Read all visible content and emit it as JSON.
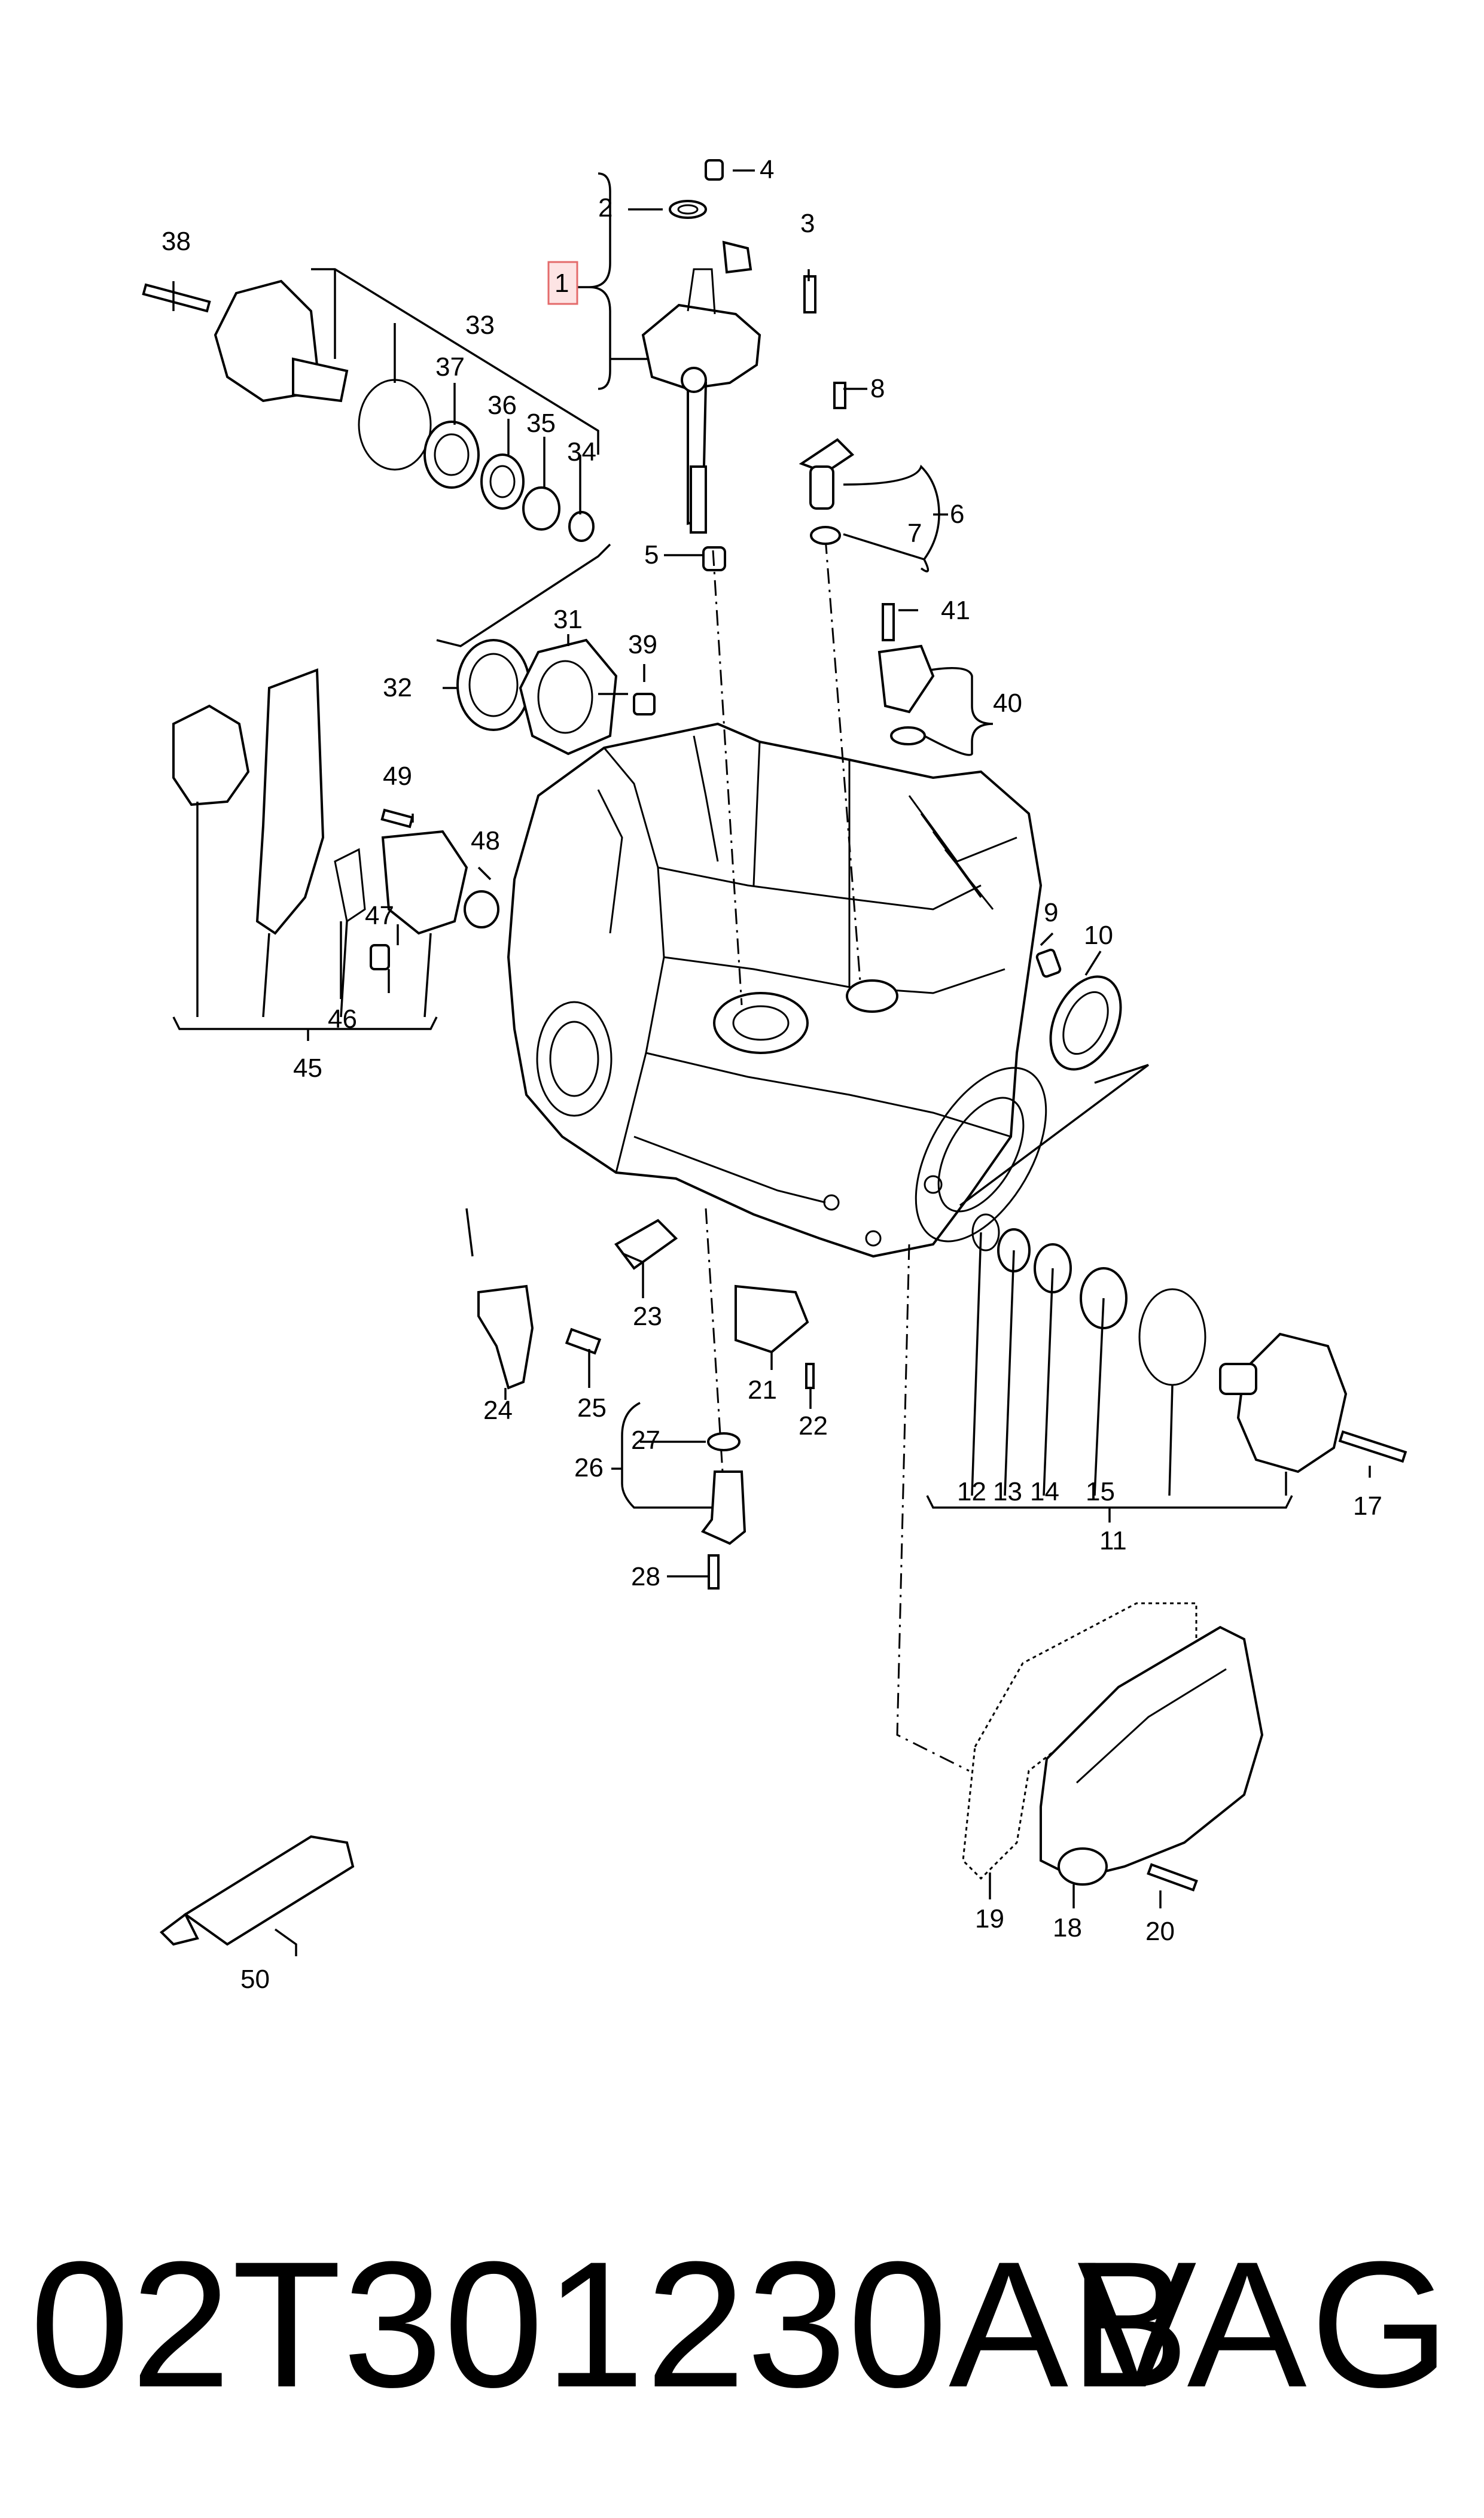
{
  "callouts": {
    "c1": "1",
    "c2": "2",
    "c3": "3",
    "c4": "4",
    "c5": "5",
    "c6": "6",
    "c7": "7",
    "c8": "8",
    "c9": "9",
    "c10": "10",
    "c11": "11",
    "c12": "12",
    "c13": "13",
    "c14": "14",
    "c15": "15",
    "c17": "17",
    "c18": "18",
    "c19": "19",
    "c20": "20",
    "c21": "21",
    "c22": "22",
    "c23": "23",
    "c24": "24",
    "c25": "25",
    "c26": "26",
    "c27": "27",
    "c28": "28",
    "c31": "31",
    "c32": "32",
    "c33": "33",
    "c34": "34",
    "c35": "35",
    "c36": "36",
    "c37": "37",
    "c38": "38",
    "c39": "39",
    "c40": "40",
    "c41": "41",
    "c45": "45",
    "c46": "46",
    "c47": "47",
    "c48": "48",
    "c49": "49",
    "c50": "50"
  },
  "footer": {
    "part_number": "02T301230AB",
    "brand": "VAG"
  },
  "highlight_color": "#e46b6b"
}
